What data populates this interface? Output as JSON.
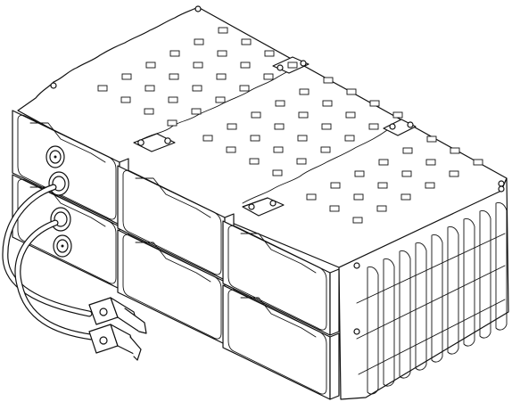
{
  "figure": {
    "subject": "battery-module-pack",
    "style": {
      "stroke": "#111111",
      "fill": "#ffffff"
    },
    "counts": {
      "front_modules_columns": 3,
      "front_modules_rows": 2,
      "top_panels": 3,
      "connectors": 2,
      "cable_plugs": 2
    }
  }
}
